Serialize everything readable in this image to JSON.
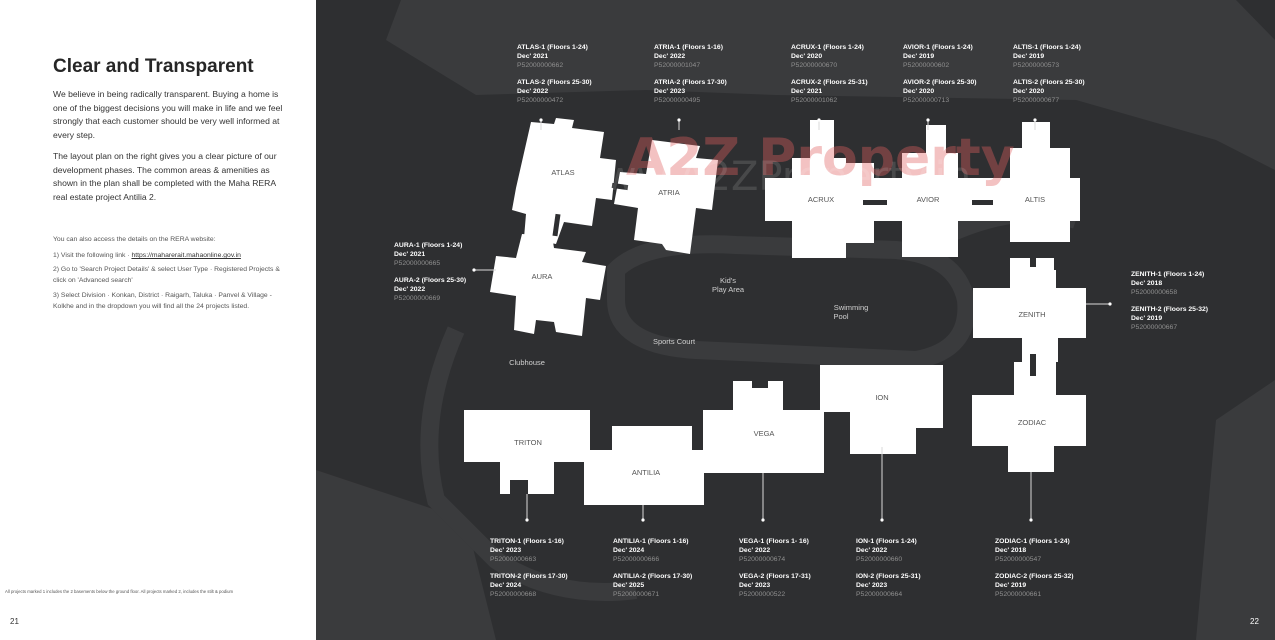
{
  "left": {
    "title": "Clear and Transparent",
    "para1": "We believe in being radically transparent. Buying a home is one of the biggest decisions you will make in life and we feel strongly that each customer should be very well informed at every step.",
    "para2": "The layout plan on the right gives you a clear picture of our development phases. The common areas & amenities as shown in the plan shall be completed with the Maha RERA real estate project Antilia 2.",
    "rera_intro": "You can also access the details on the RERA website:",
    "step1_prefix": "1) Visit the following link · ",
    "step1_link": "https://maharerait.mahaonline.gov.in",
    "step2": "2) Go to 'Search Project Details' & select User Type · Registered Projects & click on 'Advanced search'",
    "step3": "3) Select Division · Konkan, District · Raigarh, Taluka · Panvel & Village - Kolkhe and in the dropdown you will find all the 24 projects listed.",
    "footnote": "All projects marked 1 includes the 2 basements below the ground floor. All projects marked 2, includes the stilt & podium",
    "page_number": "21"
  },
  "right": {
    "page_number": "22",
    "watermark_logo": "A2Z Property",
    "watermark_url": "www.A2ZProperty.in",
    "buildings": {
      "atlas": "ATLAS",
      "atria": "ATRIA",
      "acrux": "ACRUX",
      "avior": "AVIOR",
      "altis": "ALTIS",
      "aura": "AURA",
      "zenith": "ZENITH",
      "ion": "ION",
      "zodiac": "ZODIAC",
      "triton": "TRITON",
      "antilia": "ANTILIA",
      "vega": "VEGA"
    },
    "areas": {
      "kids_play_1": "Kid's",
      "kids_play_2": "Play Area",
      "pool_1": "Swimming",
      "pool_2": "Pool",
      "sports": "Sports Court",
      "clubhouse": "Clubhouse"
    },
    "phases": {
      "atlas": [
        {
          "name": "ATLAS-1 (Floors 1-24)",
          "date": "Dec' 2021",
          "rera": "P52000000662"
        },
        {
          "name": "ATLAS-2 (Floors 25-30)",
          "date": "Dec' 2022",
          "rera": "P52000000472"
        }
      ],
      "atria": [
        {
          "name": "ATRIA-1 (Floors 1-16)",
          "date": "Dec' 2022",
          "rera": "P52000001047"
        },
        {
          "name": "ATRIA-2 (Floors 17-30)",
          "date": "Dec' 2023",
          "rera": "P52000000495"
        }
      ],
      "acrux": [
        {
          "name": "ACRUX-1 (Floors 1-24)",
          "date": "Dec' 2020",
          "rera": "P52000000670"
        },
        {
          "name": "ACRUX-2 (Floors 25-31)",
          "date": "Dec' 2021",
          "rera": "P52000001062"
        }
      ],
      "avior": [
        {
          "name": "AVIOR-1 (Floors 1-24)",
          "date": "Dec' 2019",
          "rera": "P52000000602"
        },
        {
          "name": "AVIOR-2 (Floors 25-30)",
          "date": "Dec' 2020",
          "rera": "P52000000713"
        }
      ],
      "altis": [
        {
          "name": "ALTIS-1 (Floors 1-24)",
          "date": "Dec' 2019",
          "rera": "P52000000573"
        },
        {
          "name": "ALTIS-2 (Floors 25-30)",
          "date": "Dec' 2020",
          "rera": "P52000000677"
        }
      ],
      "aura": [
        {
          "name": "AURA-1 (Floors 1-24)",
          "date": "Dec' 2021",
          "rera": "P52000000665"
        },
        {
          "name": "AURA-2 (Floors 25-30)",
          "date": "Dec' 2022",
          "rera": "P52000000669"
        }
      ],
      "zenith": [
        {
          "name": "ZENITH-1 (Floors 1-24)",
          "date": "Dec' 2018",
          "rera": "P52000000658"
        },
        {
          "name": "ZENITH-2 (Floors 25-32)",
          "date": "Dec' 2019",
          "rera": "P52000000667"
        }
      ],
      "triton": [
        {
          "name": "TRITON-1 (Floors 1-16)",
          "date": "Dec' 2023",
          "rera": "P52000000663"
        },
        {
          "name": "TRITON-2 (Floors 17-30)",
          "date": "Dec' 2024",
          "rera": "P52000000668"
        }
      ],
      "antilia": [
        {
          "name": "ANTILIA-1 (Floors 1-16)",
          "date": "Dec' 2024",
          "rera": "P52000000666"
        },
        {
          "name": "ANTILIA-2 (Floors 17-30)",
          "date": "Dec' 2025",
          "rera": "P52000000671"
        }
      ],
      "vega": [
        {
          "name": "VEGA-1 (Floors 1- 16)",
          "date": "Dec' 2022",
          "rera": "P52000000674"
        },
        {
          "name": "VEGA-2 (Floors 17-31)",
          "date": "Dec' 2023",
          "rera": "P52000000522"
        }
      ],
      "ion": [
        {
          "name": "ION-1 (Floors 1-24)",
          "date": "Dec' 2022",
          "rera": "P52000000660"
        },
        {
          "name": "ION-2 (Floors 25-31)",
          "date": "Dec' 2023",
          "rera": "P52000000664"
        }
      ],
      "zodiac": [
        {
          "name": "ZODIAC-1 (Floors 1-24)",
          "date": "Dec' 2018",
          "rera": "P52000000547"
        },
        {
          "name": "ZODIAC-2 (Floors 25-32)",
          "date": "Dec' 2019",
          "rera": "P52000000661"
        }
      ]
    }
  }
}
